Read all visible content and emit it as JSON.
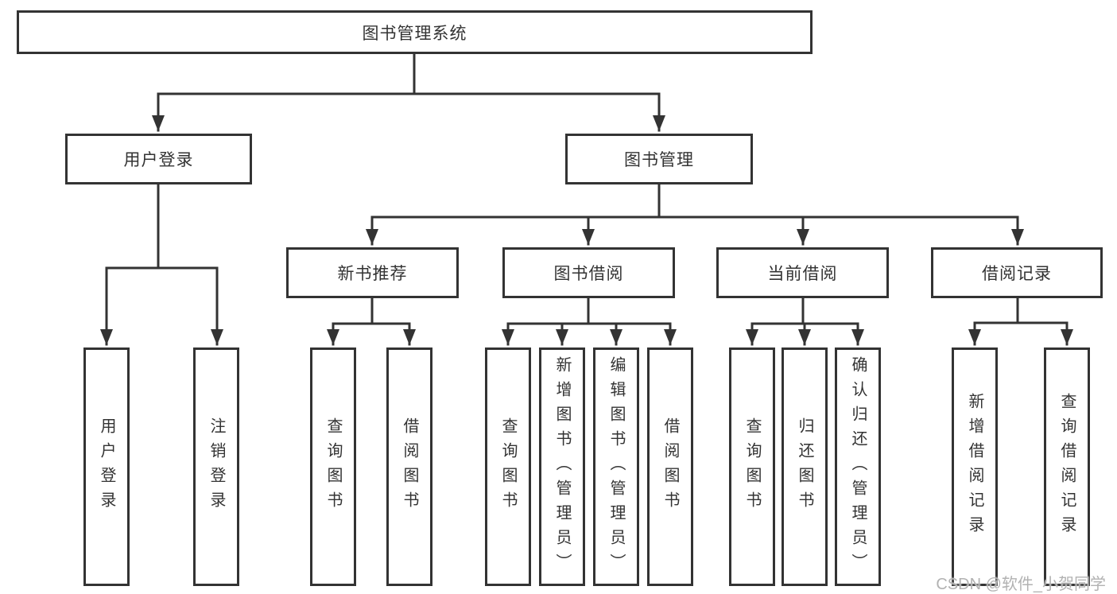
{
  "diagram": {
    "root": "图书管理系统",
    "user_login": {
      "label": "用户登录",
      "children": [
        {
          "label": "用户登录"
        },
        {
          "label": "注销登录"
        }
      ]
    },
    "book_mgmt": {
      "label": "图书管理",
      "sections": [
        {
          "label": "新书推荐",
          "children": [
            {
              "label": "查询图书"
            },
            {
              "label": "借阅图书"
            }
          ]
        },
        {
          "label": "图书借阅",
          "children": [
            {
              "label": "查询图书"
            },
            {
              "label": "新增图书（管理员）"
            },
            {
              "label": "编辑图书（管理员）"
            },
            {
              "label": "借阅图书"
            }
          ]
        },
        {
          "label": "当前借阅",
          "children": [
            {
              "label": "查询图书"
            },
            {
              "label": "归还图书"
            },
            {
              "label": "确认归还（管理员）"
            }
          ]
        },
        {
          "label": "借阅记录",
          "children": [
            {
              "label": "新增借阅记录"
            },
            {
              "label": "查询借阅记录"
            }
          ]
        }
      ]
    }
  },
  "watermark": "CSDN @软件_小贺同学",
  "colors": {
    "line": "#333333",
    "box_border": "#333333",
    "text": "#333333",
    "watermark": "#b2b2b2",
    "background": "#ffffff"
  }
}
